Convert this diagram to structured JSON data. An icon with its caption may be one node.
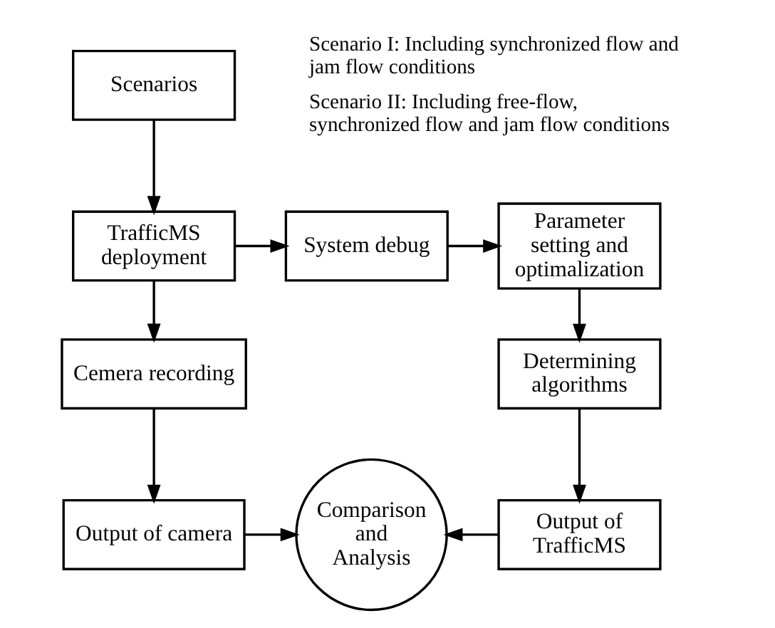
{
  "diagram": {
    "nodes": [
      {
        "text": [
          "Scenarios"
        ],
        "beside": [
          "Scenario I: Including synchronized flow and jam flow conditions",
          "Scenario II: Including free-flow, synchronized flow and jam flow conditions"
        ]
      },
      {
        "text": [
          "TrafficMS deployment"
        ]
      },
      {
        "text": [
          "System debug"
        ]
      },
      {
        "text": [
          "Parameter setting and optimalization"
        ]
      },
      {
        "text": [
          "Cemera recording"
        ]
      },
      {
        "text": [
          "Determining algorithms"
        ]
      },
      {
        "text": [
          "Output of camera"
        ]
      },
      {
        "text": [
          "Comparison and Analysis"
        ]
      },
      {
        "text": [
          "Output of TrafficMS"
        ]
      }
    ],
    "edges": [
      {
        "from": 0,
        "to": 1,
        "arrow": "to"
      },
      {
        "from": 1,
        "to": 2,
        "arrow": "to"
      },
      {
        "from": 2,
        "to": 3,
        "arrow": "to"
      },
      {
        "from": 1,
        "to": 4,
        "arrow": "to"
      },
      {
        "from": 3,
        "to": 5,
        "arrow": "to"
      },
      {
        "from": 4,
        "to": 6,
        "arrow": "to"
      },
      {
        "from": 5,
        "to": 8,
        "arrow": "to"
      },
      {
        "from": 6,
        "to": 7,
        "arrow": "to"
      },
      {
        "from": 8,
        "to": 7,
        "arrow": "to"
      }
    ]
  }
}
